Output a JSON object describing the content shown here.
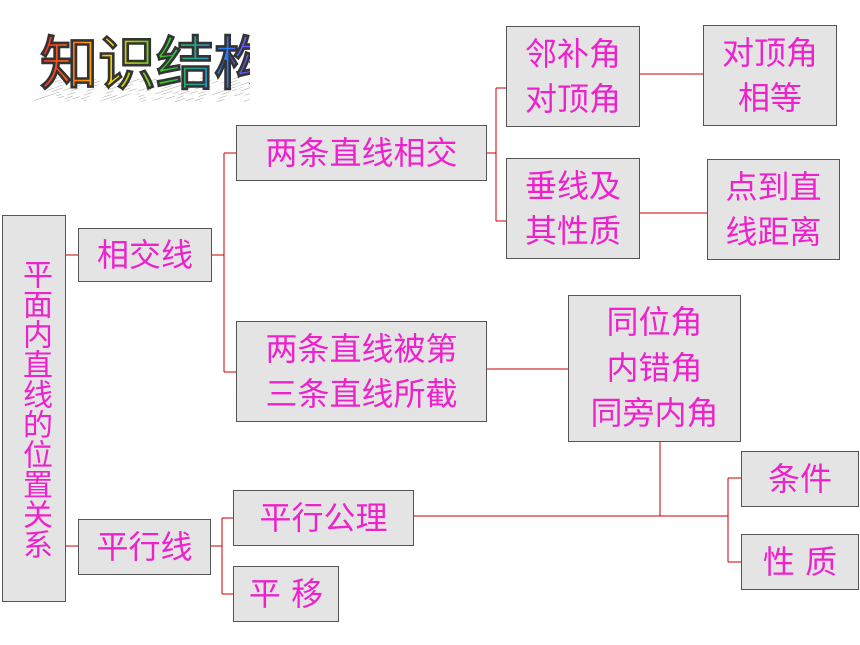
{
  "title": "知识结构",
  "colors": {
    "text": "#ee22cc",
    "line": "#cc0000",
    "box_fill": "#e4e4e4"
  },
  "nodes": {
    "root": "平面内直线的位置关系",
    "intersecting_lines": "相交线",
    "parallel_lines": "平行线",
    "two_lines_intersect": "两条直线相交",
    "transversal": "两条直线被第\n三条直线所截",
    "parallel_axiom": "平行公理",
    "translation": "平 移",
    "adjacent_vertical": "邻补角\n对顶角",
    "vertical_equal": "对顶角\n相等",
    "perpendicular": "垂线及\n其性质",
    "point_line_distance": "点到直\n线距离",
    "angle_types": "同位角\n内错角\n同旁内角",
    "conditions": "条件",
    "properties": "性 质"
  }
}
